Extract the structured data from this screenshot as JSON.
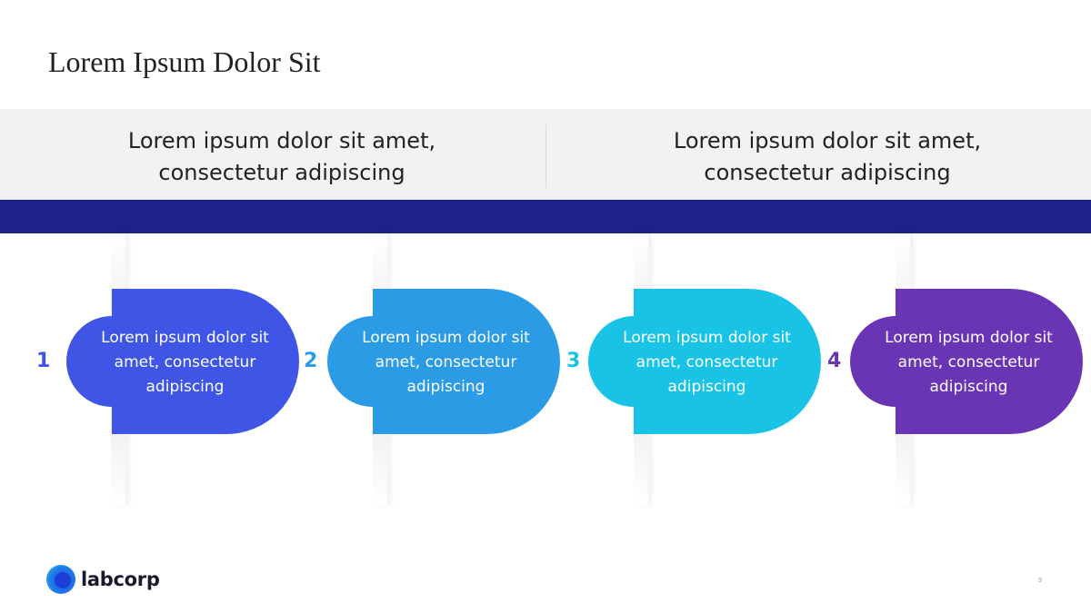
{
  "title": "Lorem Ipsum Dolor Sit",
  "band": {
    "left": [
      "Lorem ipsum dolor sit amet,",
      "consectetur adipiscing"
    ],
    "right": [
      "Lorem ipsum dolor sit amet,",
      "consectetur adipiscing"
    ]
  },
  "steps": [
    {
      "number": "1",
      "lines": [
        "Lorem ipsum dolor sit",
        "amet, consectetur",
        "adipiscing"
      ],
      "color": "#3f55e6"
    },
    {
      "number": "2",
      "lines": [
        "Lorem ipsum dolor sit",
        "amet, consectetur",
        "adipiscing"
      ],
      "color": "#2b9be6"
    },
    {
      "number": "3",
      "lines": [
        "Lorem ipsum dolor sit",
        "amet, consectetur",
        "adipiscing"
      ],
      "color": "#19c3e6"
    },
    {
      "number": "4",
      "lines": [
        "Lorem ipsum dolor sit",
        "amet, consectetur",
        "adipiscing"
      ],
      "color": "#6a35b5"
    }
  ],
  "colors": {
    "navy": "#1d2189",
    "band": "#f2f2f2"
  },
  "logo": {
    "icon": "labcorp-logo-icon",
    "text": "labcorp"
  },
  "page_number": "9"
}
